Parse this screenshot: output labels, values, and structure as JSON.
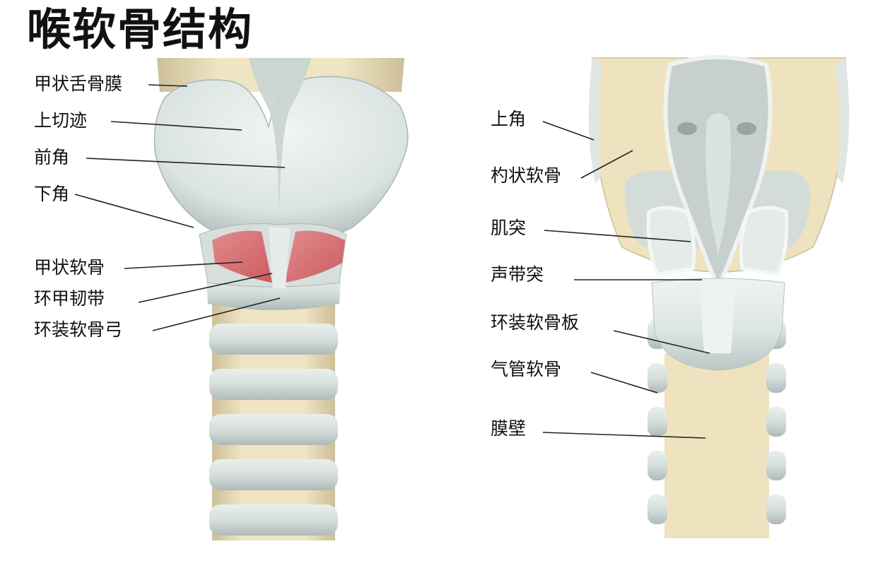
{
  "title": "喉软骨结构",
  "front_view": {
    "labels": [
      {
        "id": "thyrohyoid-membrane",
        "text": "甲状舌骨膜"
      },
      {
        "id": "superior-notch",
        "text": "上切迹"
      },
      {
        "id": "anterior-horn",
        "text": "前角"
      },
      {
        "id": "inferior-horn",
        "text": "下角"
      },
      {
        "id": "thyroid-cartilage",
        "text": "甲状软骨"
      },
      {
        "id": "cricothyroid-ligament",
        "text": "环甲韧带"
      },
      {
        "id": "cricoid-arch",
        "text": "环装软骨弓"
      }
    ]
  },
  "back_view": {
    "labels": [
      {
        "id": "superior-horn",
        "text": "上角"
      },
      {
        "id": "arytenoid-cartilage",
        "text": "杓状软骨"
      },
      {
        "id": "muscular-process",
        "text": "肌突"
      },
      {
        "id": "vocal-process",
        "text": "声带突"
      },
      {
        "id": "cricoid-lamina",
        "text": "环装软骨板"
      },
      {
        "id": "tracheal-cartilage",
        "text": "气管软骨"
      },
      {
        "id": "membranous-wall",
        "text": "膜壁"
      }
    ]
  },
  "colors": {
    "cartilage": "#dfe7e5",
    "cartilage_shadow": "#b9c4c2",
    "membrane": "#ece0bd",
    "ligament_red": "#d9585c",
    "leader": "#222222"
  }
}
